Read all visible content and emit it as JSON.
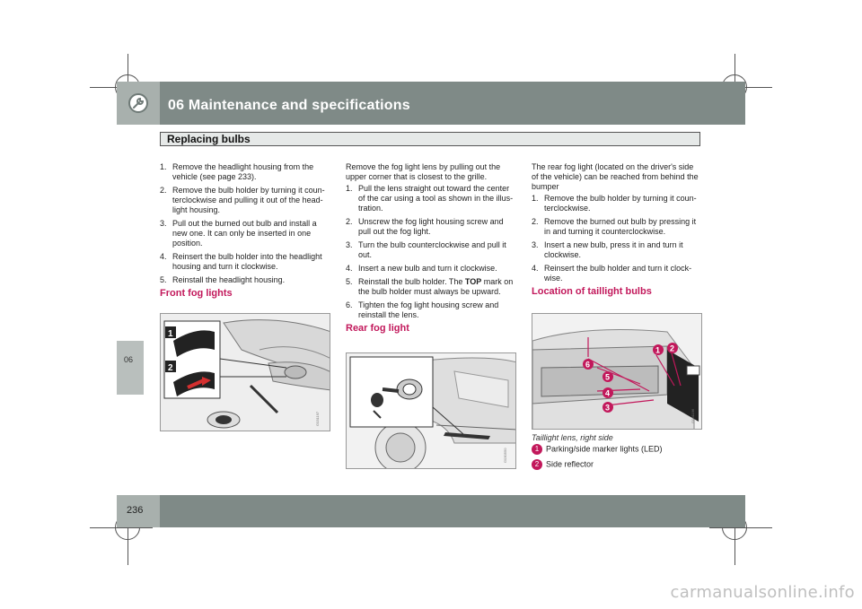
{
  "header": {
    "chapter_title": "06 Maintenance and specifications",
    "section_title": "Replacing bulbs"
  },
  "side_tab": {
    "label": "06"
  },
  "footer": {
    "page_number": "236"
  },
  "column1": {
    "steps": [
      {
        "num": "1.",
        "text": "Remove the headlight housing from the vehicle (see page 233)."
      },
      {
        "num": "2.",
        "text": "Remove the bulb holder by turning it coun-terclockwise and pulling it out of the head-light housing."
      },
      {
        "num": "3.",
        "text": "Pull out the burned out bulb and install a new one. It can only be inserted in one position."
      },
      {
        "num": "4.",
        "text": "Reinsert the bulb holder into the headlight housing and turn it clockwise."
      },
      {
        "num": "5.",
        "text": "Reinstall the headlight housing."
      }
    ],
    "subheading": "Front fog lights",
    "figure_code": "G031197"
  },
  "column2": {
    "intro": "Remove the fog light lens by pulling out the upper corner that is closest to the grille.",
    "steps": [
      {
        "num": "1.",
        "text": "Pull the lens straight out toward the center of the car using a tool as shown in the illus-tration."
      },
      {
        "num": "2.",
        "text": "Unscrew the fog light housing screw and pull out the fog light."
      },
      {
        "num": "3.",
        "text": "Turn the bulb counterclockwise and pull it out."
      },
      {
        "num": "4.",
        "text": "Insert a new bulb and turn it clockwise."
      },
      {
        "num": "5.",
        "text_before": "Reinstall the bulb holder. The ",
        "text_bold": "TOP",
        "text_after": " mark on the bulb holder must always be upward."
      },
      {
        "num": "6.",
        "text": "Tighten the fog light housing screw and reinstall the lens."
      }
    ],
    "subheading": "Rear fog light",
    "figure_code": "G030550"
  },
  "column3": {
    "intro": "The rear fog light (located on the driver's side of the vehicle) can be reached from behind the bumper",
    "steps": [
      {
        "num": "1.",
        "text": "Remove the bulb holder by turning it coun-terclockwise."
      },
      {
        "num": "2.",
        "text": "Remove the burned out bulb by pressing it in and turning it counterclockwise."
      },
      {
        "num": "3.",
        "text": "Insert a new bulb, press it in and turn it clockwise."
      },
      {
        "num": "4.",
        "text": "Reinsert the bulb holder and turn it clock-wise."
      }
    ],
    "subheading": "Location of taillight bulbs",
    "caption": "Taillight lens, right side",
    "legend": [
      {
        "num": "1",
        "label": "Parking/side marker lights (LED)"
      },
      {
        "num": "2",
        "label": "Side reflector"
      }
    ],
    "callouts": [
      "1",
      "2",
      "3",
      "4",
      "5",
      "6"
    ],
    "figure_code": "G031196"
  },
  "figure1_labels": [
    "1",
    "2"
  ],
  "watermark": "carmanualsonline.info",
  "colors": {
    "header_band": "#7f8a87",
    "accent": "#c2185b"
  }
}
